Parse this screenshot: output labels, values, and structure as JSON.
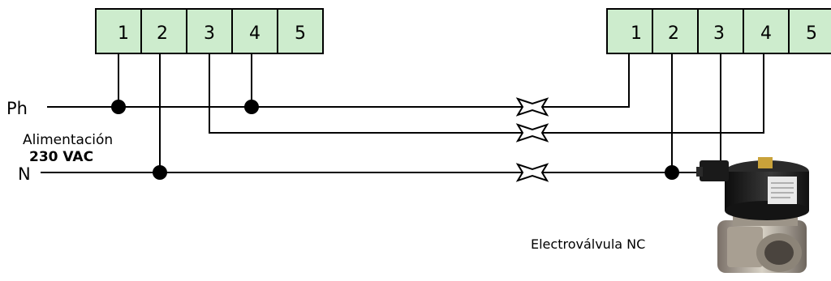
{
  "left_terminal_block": {
    "labels": [
      "1",
      "2",
      "3",
      "4",
      "5"
    ]
  },
  "right_terminal_block": {
    "labels": [
      "1",
      "2",
      "3",
      "4",
      "5"
    ]
  },
  "line_labels": {
    "phase": "Ph",
    "neutral": "N"
  },
  "supply": {
    "line1": "Alimentación",
    "line2": "230 VAC"
  },
  "valve": {
    "label": "Electroválvula NC"
  },
  "colors": {
    "terminal_fill": "#cdeccd",
    "wire": "#000000"
  }
}
